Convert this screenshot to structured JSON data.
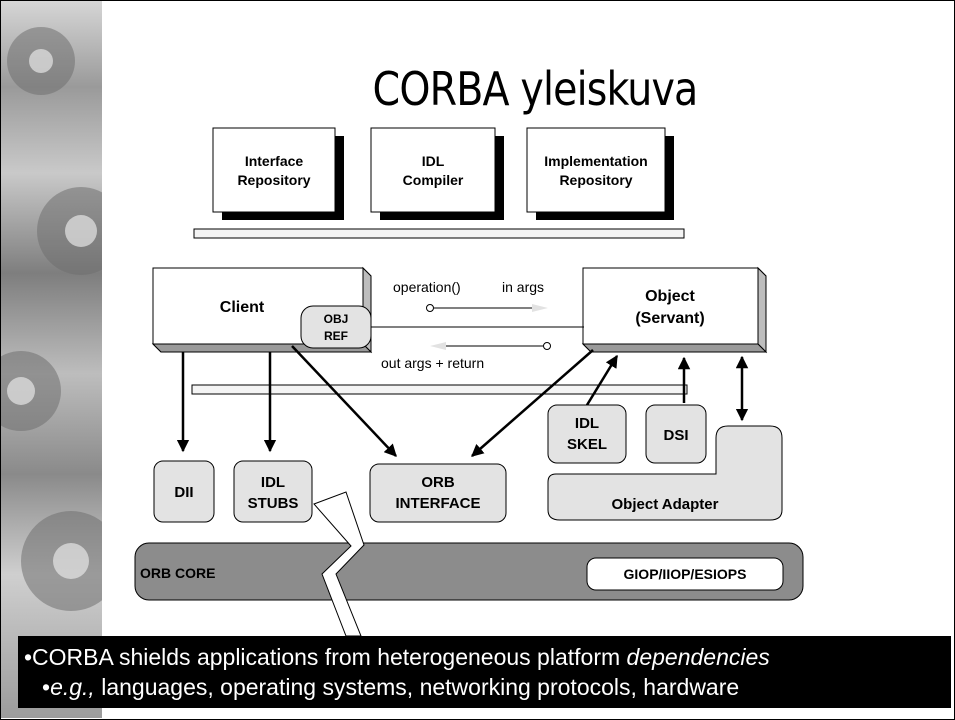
{
  "title": "CORBA yleiskuva",
  "colors": {
    "box_fill": "#ffffff",
    "rounded_fill": "#e8e8e8",
    "core_fill": "#8c8c8c",
    "shadow": "#000000",
    "bullet_bg": "#000000",
    "bullet_text": "#ffffff"
  },
  "top_boxes": [
    {
      "line1": "Interface",
      "line2": "Repository"
    },
    {
      "line1": "IDL",
      "line2": "Compiler"
    },
    {
      "line1": "Implementation",
      "line2": "Repository"
    }
  ],
  "client": {
    "label": "Client"
  },
  "objref": {
    "line1": "OBJ",
    "line2": "REF"
  },
  "object": {
    "line1": "Object",
    "line2": "(Servant)"
  },
  "messages": {
    "operation": "operation()",
    "in_args": "in args",
    "out_args": "out args +  return"
  },
  "components": {
    "dii": "DII",
    "idl_stubs": {
      "line1": "IDL",
      "line2": "STUBS"
    },
    "orb_interface": {
      "line1": "ORB",
      "line2": "INTERFACE"
    },
    "idl_skel": {
      "line1": "IDL",
      "line2": "SKEL"
    },
    "dsi": "DSI",
    "object_adapter": "Object Adapter"
  },
  "orb_core": {
    "label": "ORB CORE",
    "protocols": "GIOP/IIOP/ESIOPS"
  },
  "bullets": {
    "line1_prefix": "•CORBA shields applications from heterogeneous platform ",
    "line1_italic": "dependencies",
    "line2_bullet": "•",
    "line2_italic": "e.g.,",
    "line2_rest": " languages, operating systems, networking protocols, hardware"
  }
}
